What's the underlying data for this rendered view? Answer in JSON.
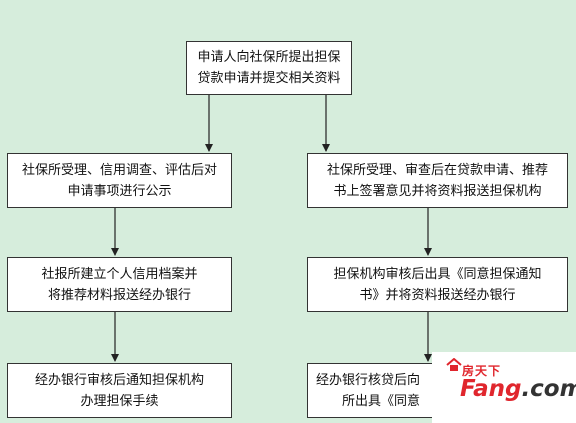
{
  "flowchart": {
    "top": {
      "lines": [
        "申请人向社保所提出担保",
        "贷款申请并提交相关资料"
      ]
    },
    "left": [
      {
        "lines": [
          "社保所受理、信用调查、评估后对",
          "申请事项进行公示"
        ]
      },
      {
        "lines": [
          "社报所建立个人信用档案并",
          "将推荐材料报送经办银行"
        ]
      },
      {
        "lines": [
          "经办银行审核后通知担保机构",
          "办理担保手续"
        ]
      }
    ],
    "right": [
      {
        "lines": [
          "社保所受理、审查后在贷款申请、推荐",
          "书上签署意见并将资料报送担保机构"
        ]
      },
      {
        "lines": [
          "担保机构审核后出具《同意担保通知",
          "书》并将资料报送经办银行"
        ]
      },
      {
        "lines": [
          "经办银行核贷后向",
          "所出具《同意"
        ]
      }
    ]
  },
  "watermark": {
    "cn": "房天下",
    "brand_main": "Fang",
    "brand_tail": ".com"
  },
  "colors": {
    "background": "#d6eddc",
    "box": "#ffffff",
    "watermark": "#e0262d"
  }
}
